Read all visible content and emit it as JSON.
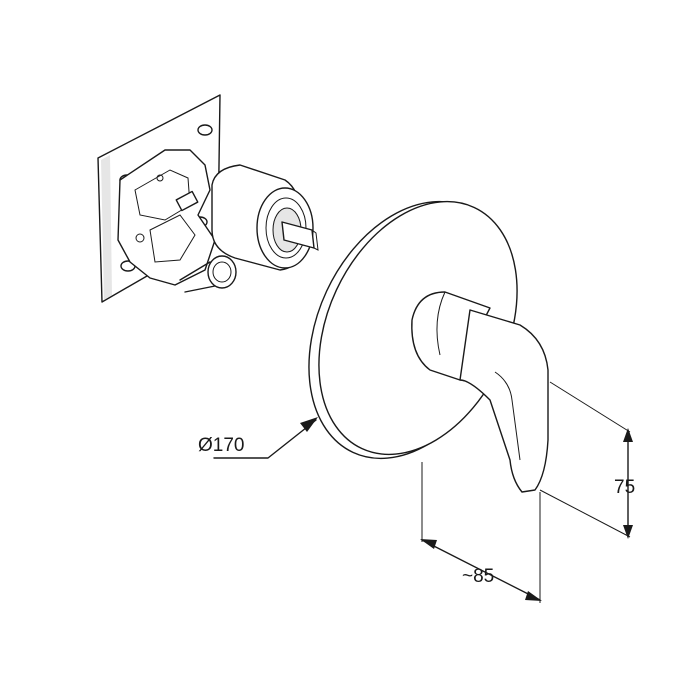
{
  "dimensions": {
    "diameter": "Ø170",
    "height": "75",
    "depth": "~85"
  }
}
